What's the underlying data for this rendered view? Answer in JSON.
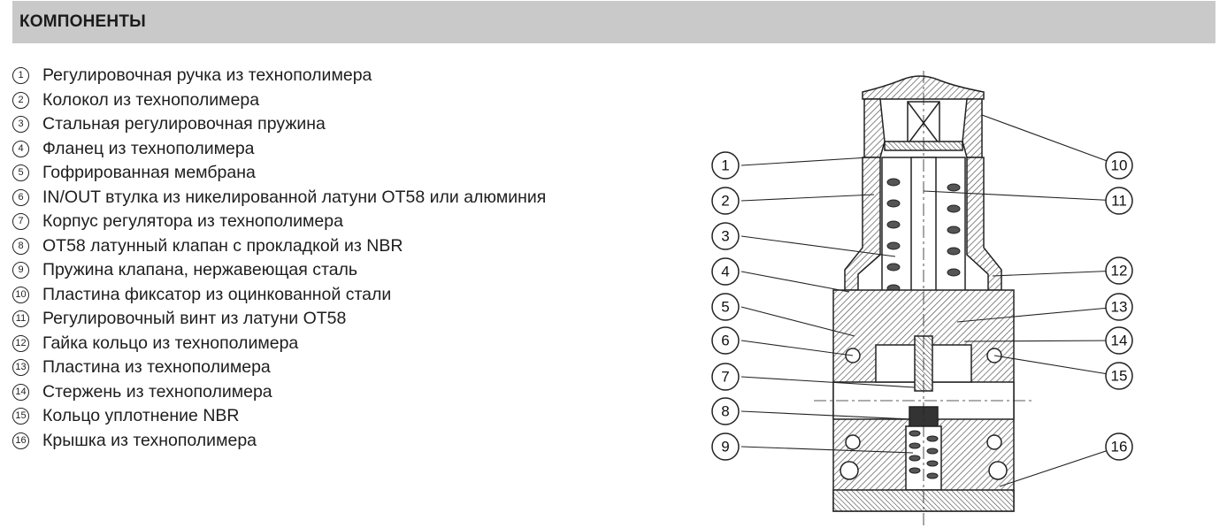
{
  "header": {
    "title": "КОМПОНЕНТЫ"
  },
  "parts": [
    {
      "num": "1",
      "label": "Регулировочная ручка из технополимера"
    },
    {
      "num": "2",
      "label": "Колокол из технополимера"
    },
    {
      "num": "3",
      "label": "Стальная регулировочная пружина"
    },
    {
      "num": "4",
      "label": "Фланец из технополимера"
    },
    {
      "num": "5",
      "label": "Гофрированная мембрана"
    },
    {
      "num": "6",
      "label": "IN/OUT втулка из никелированной латуни OT58 или алюминия"
    },
    {
      "num": "7",
      "label": "Корпус регулятора из технополимера"
    },
    {
      "num": "8",
      "label": "OT58 латунный клапан с прокладкой из NBR"
    },
    {
      "num": "9",
      "label": "Пружина клапана, нержавеющая сталь"
    },
    {
      "num": "10",
      "label": "Пластина фиксатор из оцинкованной стали"
    },
    {
      "num": "11",
      "label": "Регулировочный винт из латуни OT58"
    },
    {
      "num": "12",
      "label": "Гайка кольцо из технополимера"
    },
    {
      "num": "13",
      "label": "Пластина из технополимера"
    },
    {
      "num": "14",
      "label": "Стержень из технополимера"
    },
    {
      "num": "15",
      "label": "Кольцо уплотнение NBR"
    },
    {
      "num": "16",
      "label": "Крышка из технополимера"
    }
  ],
  "diagram": {
    "callouts_left": [
      "1",
      "2",
      "3",
      "4",
      "5",
      "6",
      "7",
      "8",
      "9"
    ],
    "callouts_right": [
      "10",
      "11",
      "12",
      "13",
      "14",
      "15",
      "16"
    ]
  }
}
